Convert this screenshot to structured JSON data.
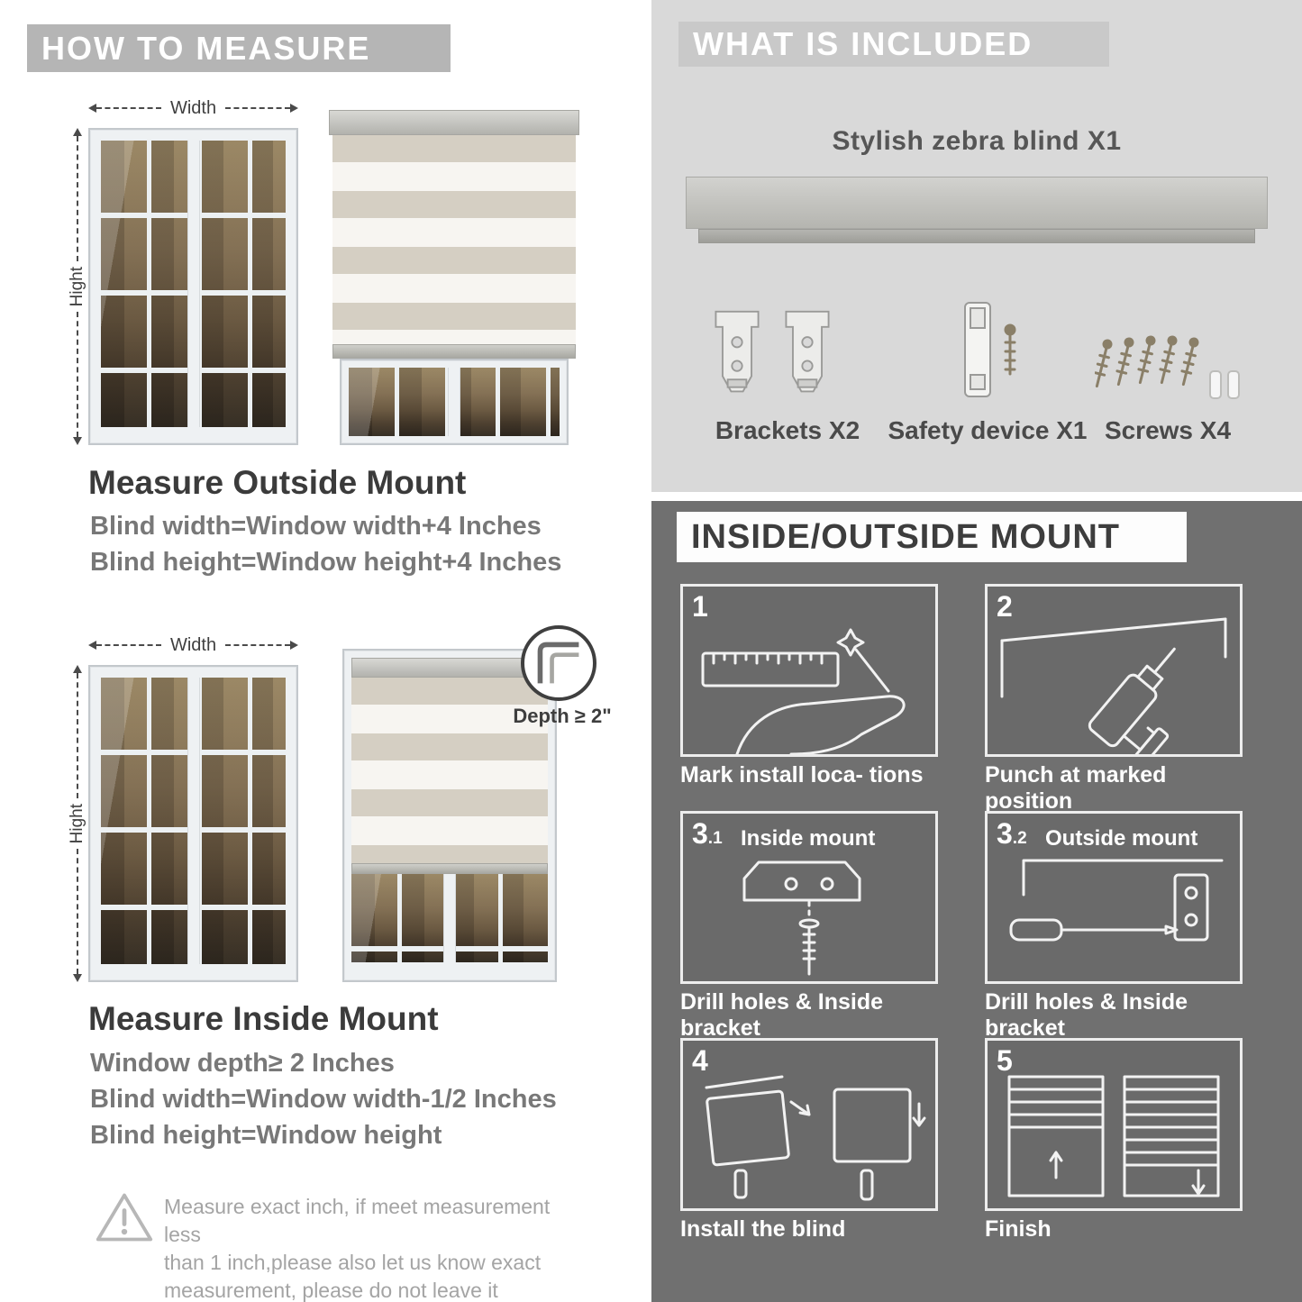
{
  "colors": {
    "left_header_bg": "#b5b5b5",
    "included_bg": "#d9d9d9",
    "mount_bg": "#707070",
    "title_text": "#3b3b3b",
    "measure_text": "#787878"
  },
  "left": {
    "header": "HOW TO MEASURE",
    "outside": {
      "width_label": "Width",
      "height_label": "Hight",
      "title": "Measure Outside Mount",
      "lines": [
        "Blind width=Window width+4 Inches",
        "Blind height=Window height+4 Inches"
      ]
    },
    "inside": {
      "width_label": "Width",
      "height_label": "Hight",
      "depth_label": "Depth ≥ 2\"",
      "title": "Measure Inside Mount",
      "lines": [
        "Window depth≥ 2 Inches",
        "Blind width=Window width-1/2 Inches",
        "Blind height=Window height"
      ]
    },
    "warning": {
      "lines": [
        "Measure exact inch, if meet measurement less",
        "than 1 inch,please also let us know exact",
        "measurement, please do not leave it"
      ]
    }
  },
  "included": {
    "header": "WHAT IS INCLUDED",
    "product_label": "Stylish zebra blind X1",
    "items": [
      {
        "name": "brackets",
        "label": "Brackets X2"
      },
      {
        "name": "safety-device",
        "label": "Safety device X1"
      },
      {
        "name": "screws",
        "label": "Screws X4"
      }
    ]
  },
  "mount": {
    "header": "INSIDE/OUTSIDE MOUNT",
    "steps": [
      {
        "num": "1",
        "caption": "Mark install loca- tions"
      },
      {
        "num": "2",
        "caption": "Punch at  marked position"
      },
      {
        "num": "3",
        "sub": ".1",
        "title": "Inside mount",
        "caption": "Drill holes &  Inside bracket"
      },
      {
        "num": "3",
        "sub": ".2",
        "title": "Outside mount",
        "caption": "Drill holes &  Inside bracket"
      },
      {
        "num": "4",
        "caption": "Install the blind"
      },
      {
        "num": "5",
        "caption": "Finish"
      }
    ]
  }
}
